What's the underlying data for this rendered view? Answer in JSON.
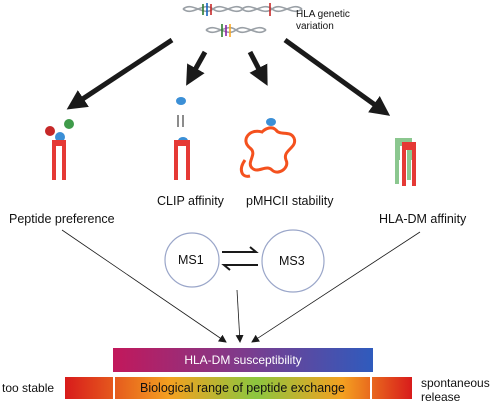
{
  "top": {
    "genetic_variation": "HLA genetic\nvariation"
  },
  "factors": {
    "peptide_preference": "Peptide preference",
    "clip_affinity": "CLIP affinity",
    "pmhcii_stability": "pMHCII stability",
    "hla_dm_affinity": "HLA-DM affinity"
  },
  "states": {
    "ms1": "MS1",
    "ms3": "MS3"
  },
  "bars": {
    "susceptibility": "HLA-DM susceptibility",
    "range": "Biological range of peptide exchange",
    "left_end": "too stable",
    "right_end": "spontaneous\nrelease"
  },
  "colors": {
    "receptor_red": "#e53935",
    "receptor_green": "#8bc78f",
    "peptide_blue": "#3b8fd6",
    "peptide_green": "#3f9b4a",
    "peptide_red": "#c62828",
    "arrow": "#1a1a1a"
  }
}
